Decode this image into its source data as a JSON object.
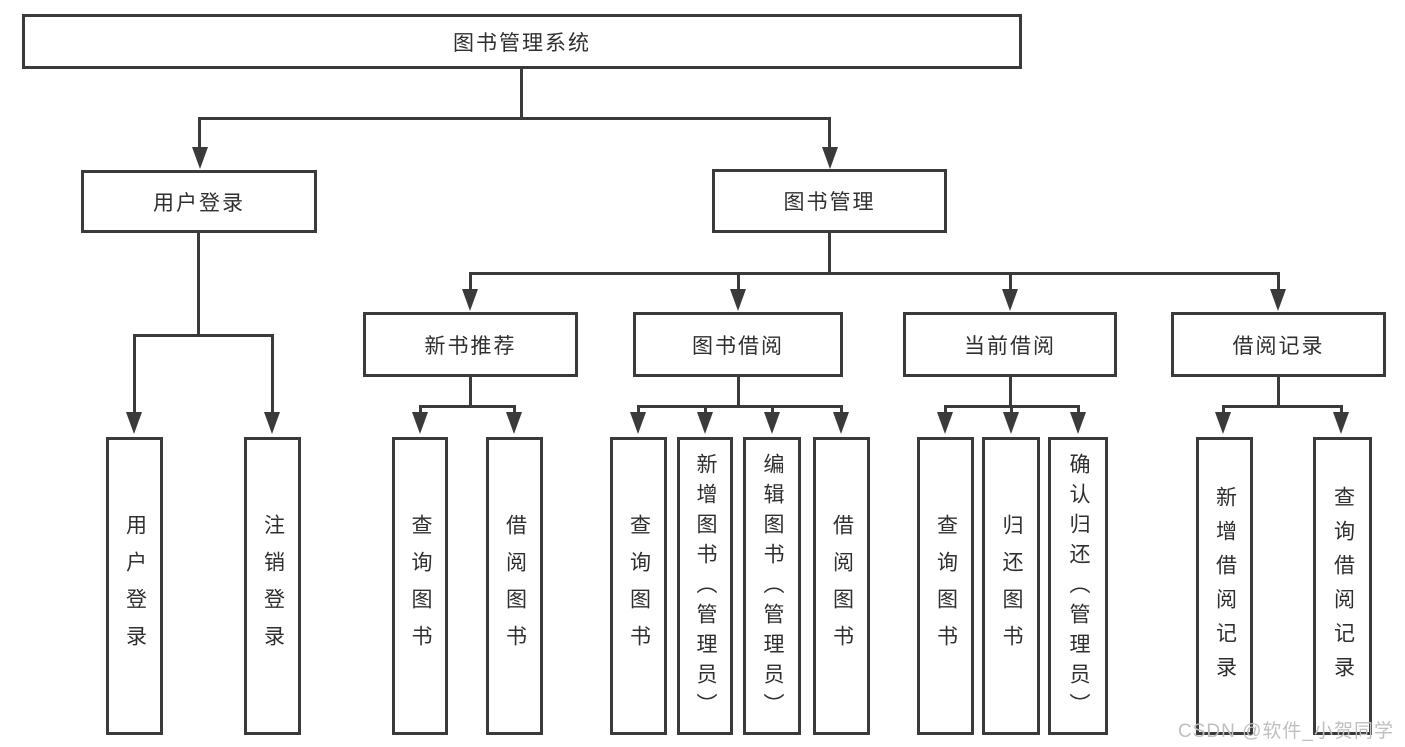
{
  "nodes": {
    "root": "图书管理系统",
    "user_login": "用户登录",
    "book_management": "图书管理",
    "new_book_recommend": "新书推荐",
    "book_borrow": "图书借阅",
    "current_borrow": "当前借阅",
    "borrow_records": "借阅记录",
    "leaves": [
      "用户登录",
      "注销登录",
      "查询图书",
      "借阅图书",
      "查询图书",
      "新增图书（管理员）",
      "编辑图书（管理员）",
      "借阅图书",
      "查询图书",
      "归还图书",
      "确认归还（管理员）",
      "新增借阅记录",
      "查询借阅记录"
    ]
  },
  "watermark": "CSDN @软件_小贺同学",
  "colors": {
    "line": "#3a3a3a",
    "text": "#2f2f2f",
    "watermark": "#bfbfbf",
    "canvas": "#ffffff"
  }
}
